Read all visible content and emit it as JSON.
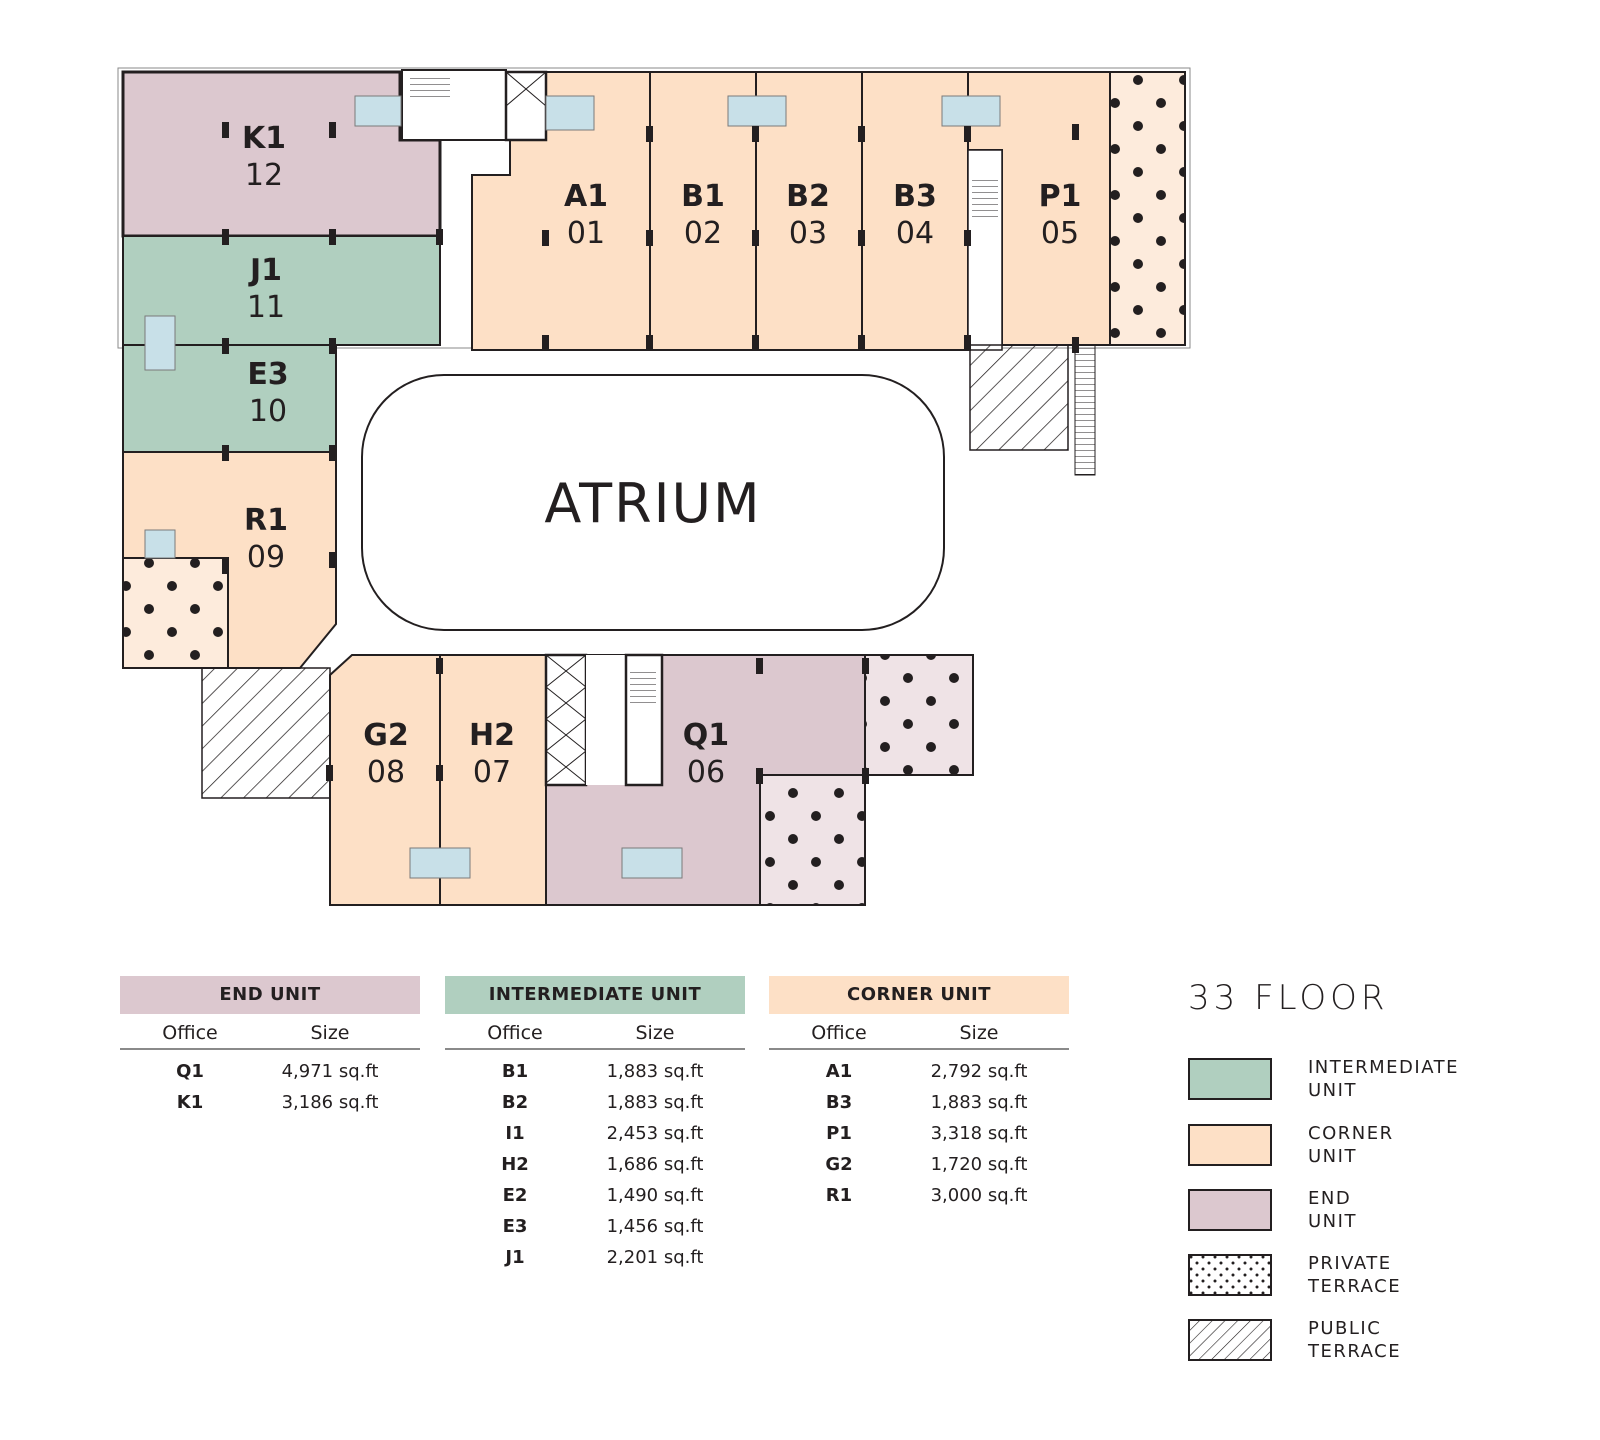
{
  "colors": {
    "intermediate": "#b0cfbf",
    "corner": "#fde0c6",
    "end": "#dcc8cf",
    "private_terrace": "#fdebdc",
    "private_terrace_end": "#efe3e6",
    "restroom": "#c8e0e8",
    "wall": "#231f20"
  },
  "plan": {
    "atrium_label": "ATRIUM",
    "units": [
      {
        "code": "K1",
        "number": "12",
        "type": "end"
      },
      {
        "code": "J1",
        "number": "11",
        "type": "intermediate"
      },
      {
        "code": "E3",
        "number": "10",
        "type": "intermediate"
      },
      {
        "code": "R1",
        "number": "09",
        "type": "corner"
      },
      {
        "code": "A1",
        "number": "01",
        "type": "corner"
      },
      {
        "code": "B1",
        "number": "02",
        "type": "corner"
      },
      {
        "code": "B2",
        "number": "03",
        "type": "corner"
      },
      {
        "code": "B3",
        "number": "04",
        "type": "corner"
      },
      {
        "code": "P1",
        "number": "05",
        "type": "corner"
      },
      {
        "code": "G2",
        "number": "08",
        "type": "corner"
      },
      {
        "code": "H2",
        "number": "07",
        "type": "corner"
      },
      {
        "code": "Q1",
        "number": "06",
        "type": "end"
      }
    ]
  },
  "tables": [
    {
      "title": "END UNIT",
      "type": "end",
      "columns": [
        "Office",
        "Size"
      ],
      "rows": [
        [
          "Q1",
          "4,971 sq.ft"
        ],
        [
          "K1",
          "3,186 sq.ft"
        ]
      ]
    },
    {
      "title": "INTERMEDIATE UNIT",
      "type": "intermediate",
      "columns": [
        "Office",
        "Size"
      ],
      "rows": [
        [
          "B1",
          "1,883 sq.ft"
        ],
        [
          "B2",
          "1,883 sq.ft"
        ],
        [
          "I1",
          "2,453 sq.ft"
        ],
        [
          "H2",
          "1,686 sq.ft"
        ],
        [
          "E2",
          "1,490 sq.ft"
        ],
        [
          "E3",
          "1,456 sq.ft"
        ],
        [
          "J1",
          "2,201 sq.ft"
        ]
      ]
    },
    {
      "title": "CORNER UNIT",
      "type": "corner",
      "columns": [
        "Office",
        "Size"
      ],
      "rows": [
        [
          "A1",
          "2,792 sq.ft"
        ],
        [
          "B3",
          "1,883 sq.ft"
        ],
        [
          "P1",
          "3,318 sq.ft"
        ],
        [
          "G2",
          "1,720  sq.ft"
        ],
        [
          "R1",
          "3,000 sq.ft"
        ]
      ]
    }
  ],
  "floor_title": "33 FLOOR",
  "legend": [
    {
      "line1": "INTERMEDIATE",
      "line2": "UNIT",
      "swatch": "intermediate"
    },
    {
      "line1": "CORNER",
      "line2": "UNIT",
      "swatch": "corner"
    },
    {
      "line1": "END",
      "line2": "UNIT",
      "swatch": "end"
    },
    {
      "line1": "PRIVATE",
      "line2": "TERRACE",
      "swatch": "private-terrace-pattern"
    },
    {
      "line1": "PUBLIC",
      "line2": "TERRACE",
      "swatch": "public-terrace-pattern"
    }
  ]
}
